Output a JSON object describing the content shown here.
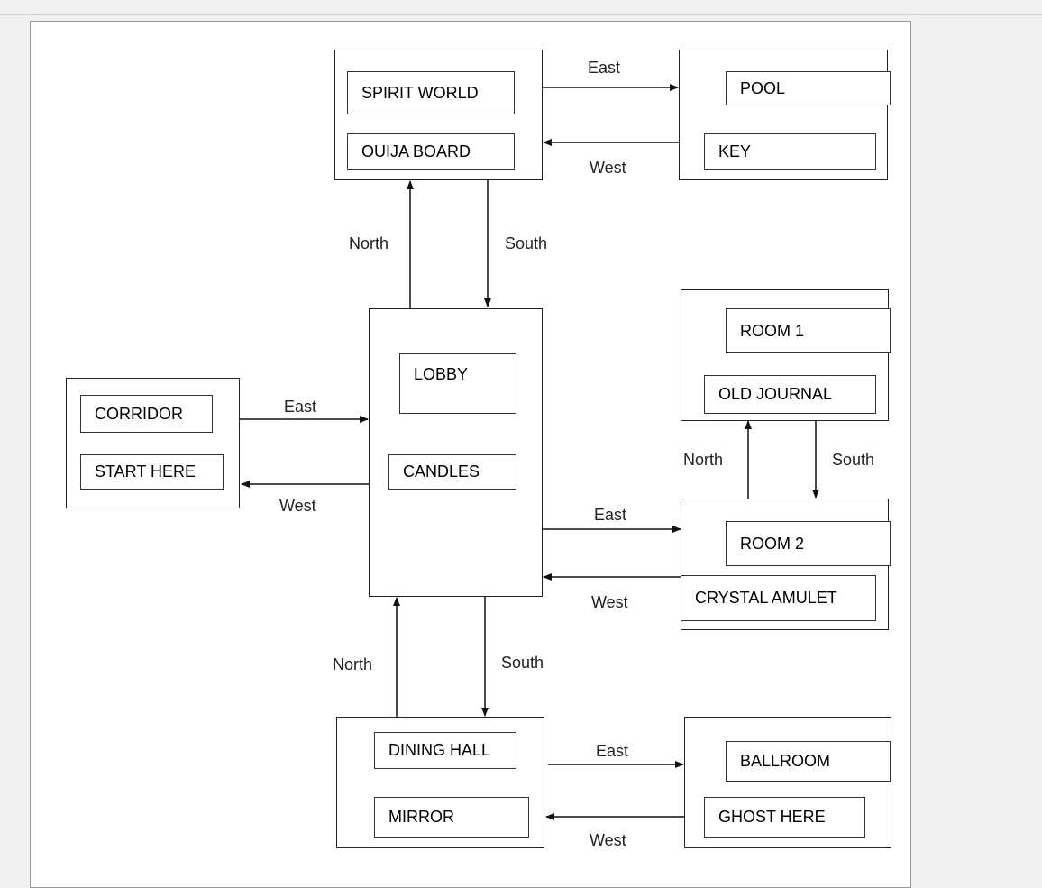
{
  "rooms": {
    "spirit_world": {
      "name": "SPIRIT WORLD",
      "item": "OUIJA BOARD"
    },
    "pool": {
      "name": "POOL",
      "item": "KEY"
    },
    "lobby": {
      "name": "LOBBY",
      "item": "CANDLES"
    },
    "corridor": {
      "name": "CORRIDOR",
      "item": "START HERE"
    },
    "room1": {
      "name": "ROOM 1",
      "item": "OLD JOURNAL"
    },
    "room2": {
      "name": "ROOM 2",
      "item": "CRYSTAL AMULET"
    },
    "dining_hall": {
      "name": "DINING HALL",
      "item": "MIRROR"
    },
    "ballroom": {
      "name": "BALLROOM",
      "item": "GHOST HERE"
    }
  },
  "directions": {
    "spirit_pool_east": "East",
    "pool_spirit_west": "West",
    "lobby_spirit_north": "North",
    "spirit_lobby_south": "South",
    "corridor_lobby_east": "East",
    "lobby_corridor_west": "West",
    "room2_room1_north": "North",
    "room1_room2_south": "South",
    "lobby_room2_east": "East",
    "room2_lobby_west": "West",
    "dining_lobby_north": "North",
    "lobby_dining_south": "South",
    "dining_ballroom_east": "East",
    "ballroom_dining_west": "West"
  },
  "colors": {
    "line": "#111111",
    "page_bg": "#ffffff",
    "outer_bg": "#f1f1f1"
  }
}
